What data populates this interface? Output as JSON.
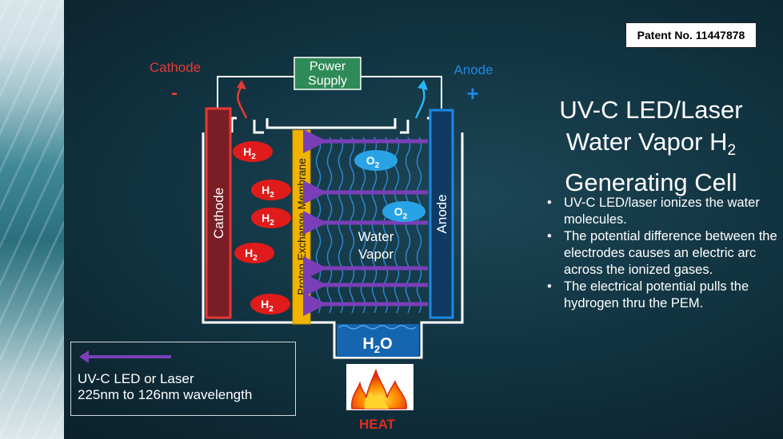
{
  "patent": "Patent No. 11447878",
  "title": {
    "line1": "UV-C LED/Laser",
    "line2": "Water Vapor H",
    "line2_sub": "2",
    "line3": "Generating Cell"
  },
  "bullets": [
    "UV-C LED/laser ionizes the water molecules.",
    "The potential difference between the electrodes causes an electric arc across the ionized gases.",
    "The electrical potential pulls the hydrogen thru the PEM."
  ],
  "diagram": {
    "cathode_top_label": "Cathode",
    "cathode_sign": "-",
    "anode_top_label": "Anode",
    "anode_sign": "+",
    "power_supply_line1": "Power",
    "power_supply_line2": "Supply",
    "cathode_bar_label": "Cathode",
    "anode_bar_label": "Anode",
    "membrane_label": "Proton Exchange Membrane",
    "water_vapor_line1": "Water",
    "water_vapor_line2": "Vapor",
    "h2_label": "H",
    "h2_sub": "2",
    "o2_label": "O",
    "o2_sub": "2",
    "h2o_label": "H",
    "h2o_sub": "2",
    "h2o_end": "O",
    "heat_label": "HEAT"
  },
  "legend": {
    "line1": "UV-C LED or Laser",
    "line2": "225nm to 126nm wavelength"
  },
  "colors": {
    "cathode_red": "#b3262b",
    "anode_blue": "#1565b0",
    "power_green": "#2e8b57",
    "membrane_yellow": "#f0b400",
    "laser_purple": "#7a3fb8",
    "h2_red": "#e01b1b",
    "o2_blue": "#2aa3e6",
    "heat_red": "#e02b1b"
  }
}
